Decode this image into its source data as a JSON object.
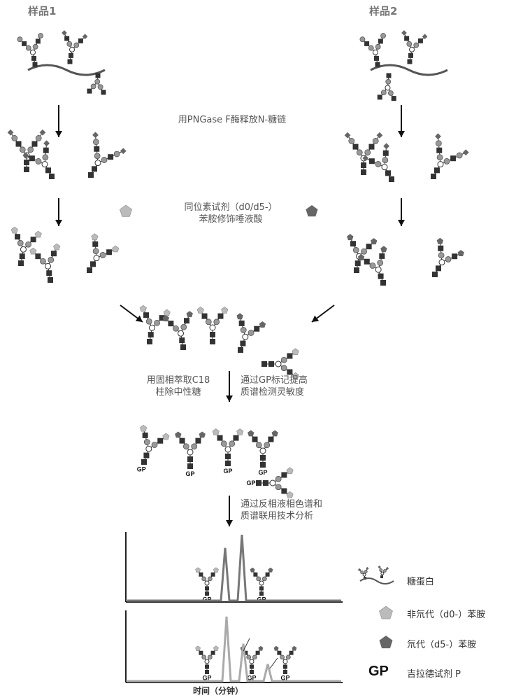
{
  "labels": {
    "sample1": "样品1",
    "sample2": "样品2",
    "step_release": "用PNGase F酶释放N-糖链",
    "step_isotope_1": "同位素试剂（d0/d5-）",
    "step_isotope_2": "苯胺修饰唾液酸",
    "step_c18_1": "用固相萃取C18",
    "step_c18_2": "柱除中性糖",
    "step_gp_1": "通过GP标记提高",
    "step_gp_2": "质谱检测灵敏度",
    "step_lcms_1": "通过反相液相色谱和",
    "step_lcms_2": "质谱联用技术分析",
    "x_axis": "时间（分钟）",
    "gp_tag": "GP"
  },
  "legend": [
    {
      "symbol": "glycoprotein",
      "label": "糖蛋白"
    },
    {
      "symbol": "light-pentagon",
      "label": "非氘代（d0-）苯胺"
    },
    {
      "symbol": "dark-pentagon",
      "label": "氘代（d5-）苯胺"
    },
    {
      "symbol": "GP",
      "label": "吉拉德试剂 P"
    }
  ],
  "colors": {
    "hexnac": "#333333",
    "hex": "#999999",
    "neuac": "#666666",
    "d0_pentagon": "#bbbbbb",
    "d5_pentagon": "#666666",
    "trace_top": "#777777",
    "trace_bottom": "#aaaaaa"
  },
  "chart_data": [
    {
      "type": "line",
      "panel": "top",
      "peaks": [
        {
          "relative_height": 0.8
        },
        {
          "relative_height": 1.0
        }
      ]
    },
    {
      "type": "line",
      "panel": "bottom",
      "peaks": [
        {
          "relative_height": 0.95
        },
        {
          "relative_height": 0.55
        },
        {
          "relative_height": 0.25
        }
      ]
    }
  ]
}
